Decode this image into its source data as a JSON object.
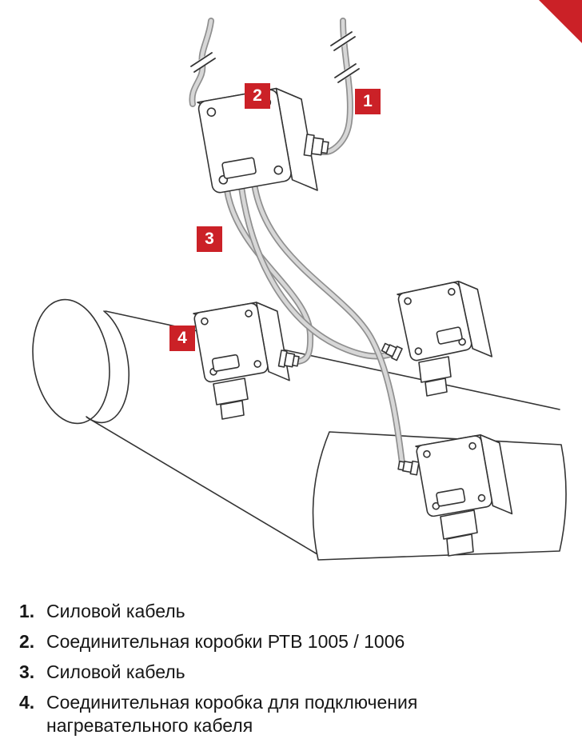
{
  "accent_color": "#cb2127",
  "diagram": {
    "badges": [
      "1",
      "2",
      "3",
      "4"
    ]
  },
  "legend": {
    "items": [
      {
        "num": "1.",
        "text": "Силовой кабель"
      },
      {
        "num": "2.",
        "text": "Соединительная коробки РТВ 1005 / 1006"
      },
      {
        "num": "3.",
        "text": "Силовой кабель"
      },
      {
        "num": "4.",
        "text": "Соединительная коробка для подключения нагревательного кабеля"
      }
    ]
  }
}
